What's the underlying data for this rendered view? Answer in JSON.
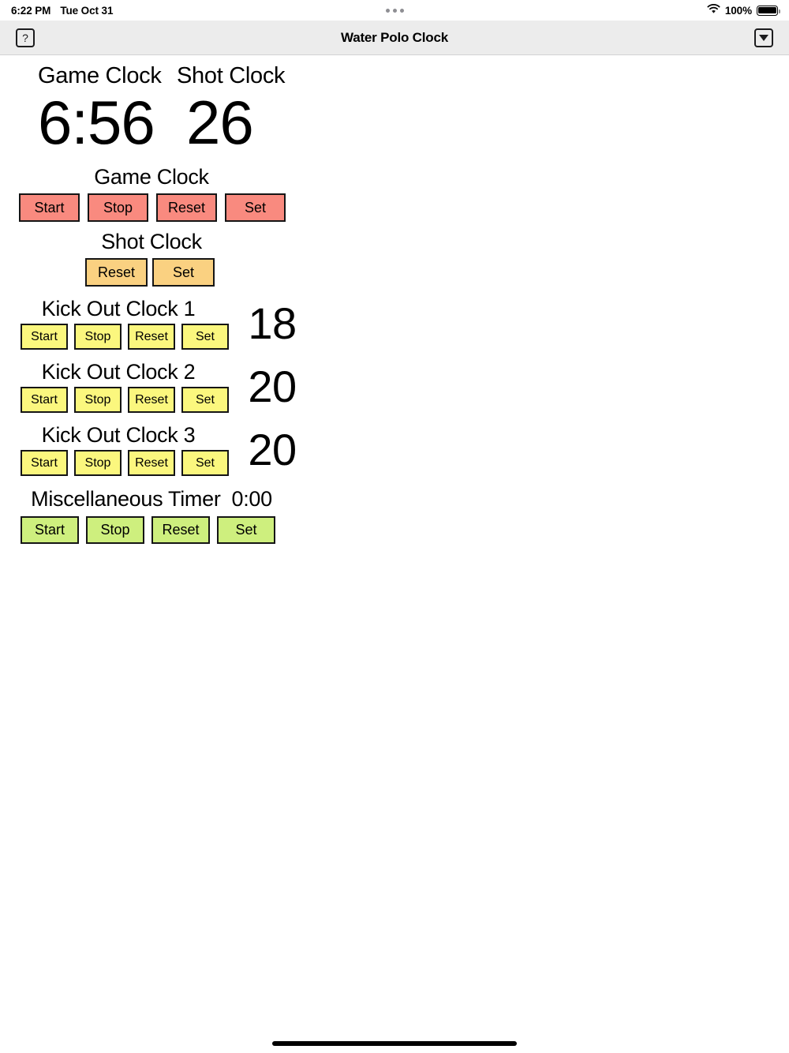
{
  "status_bar": {
    "time": "6:22 PM",
    "date": "Tue Oct 31",
    "battery_percent": "100%",
    "wifi_icon": "wifi-icon",
    "battery_icon": "battery-full-icon",
    "dots_icon": "multitask-dots-icon"
  },
  "nav_bar": {
    "title": "Water Polo Clock",
    "help_label": "?",
    "menu_icon": "chevron-down-icon"
  },
  "display": {
    "game_clock_heading": "Game Clock",
    "shot_clock_heading": "Shot Clock",
    "game_clock_value": "6:56",
    "shot_clock_value": "26"
  },
  "colors": {
    "game_clock_button": "#f98a7f",
    "shot_clock_button": "#fad181",
    "kick_out_button": "#fbf77e",
    "misc_button": "#ceef7e",
    "nav_bar_bg": "#ececec",
    "page_bg": "#ffffff"
  },
  "groups": {
    "game_clock": {
      "label": "Game Clock",
      "buttons": [
        {
          "label": "Start"
        },
        {
          "label": "Stop"
        },
        {
          "label": "Reset"
        },
        {
          "label": "Set"
        }
      ]
    },
    "shot_clock": {
      "label": "Shot Clock",
      "buttons": [
        {
          "label": "Reset"
        },
        {
          "label": "Set"
        }
      ]
    },
    "kick_out_clocks": [
      {
        "label": "Kick Out Clock 1",
        "value": "18",
        "buttons": [
          {
            "label": "Start"
          },
          {
            "label": "Stop"
          },
          {
            "label": "Reset"
          },
          {
            "label": "Set"
          }
        ]
      },
      {
        "label": "Kick Out Clock 2",
        "value": "20",
        "buttons": [
          {
            "label": "Start"
          },
          {
            "label": "Stop"
          },
          {
            "label": "Reset"
          },
          {
            "label": "Set"
          }
        ]
      },
      {
        "label": "Kick Out Clock 3",
        "value": "20",
        "buttons": [
          {
            "label": "Start"
          },
          {
            "label": "Stop"
          },
          {
            "label": "Reset"
          },
          {
            "label": "Set"
          }
        ]
      }
    ],
    "misc_timer": {
      "label": "Miscellaneous Timer",
      "value": "0:00",
      "buttons": [
        {
          "label": "Start"
        },
        {
          "label": "Stop"
        },
        {
          "label": "Reset"
        },
        {
          "label": "Set"
        }
      ]
    }
  }
}
